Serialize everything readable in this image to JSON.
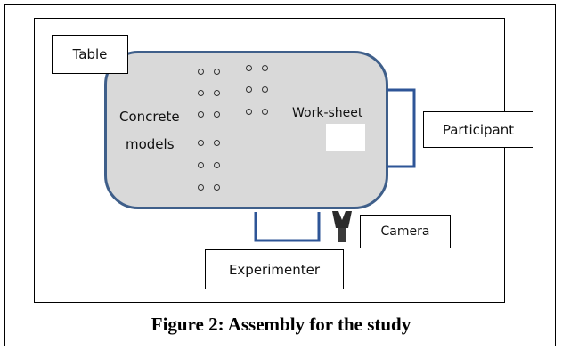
{
  "labels": {
    "table": "Table",
    "concrete_line1": "Concrete",
    "concrete_line2": "models",
    "worksheet": "Work-sheet",
    "participant": "Participant",
    "camera": "Camera",
    "experimenter": "Experimenter"
  },
  "caption": "Figure 2: Assembly for the study",
  "colors": {
    "table_fill": "#d9d9d9",
    "table_stroke": "#3f5f8a",
    "bracket": "#2e5597",
    "camera": "#3a3a3a"
  }
}
